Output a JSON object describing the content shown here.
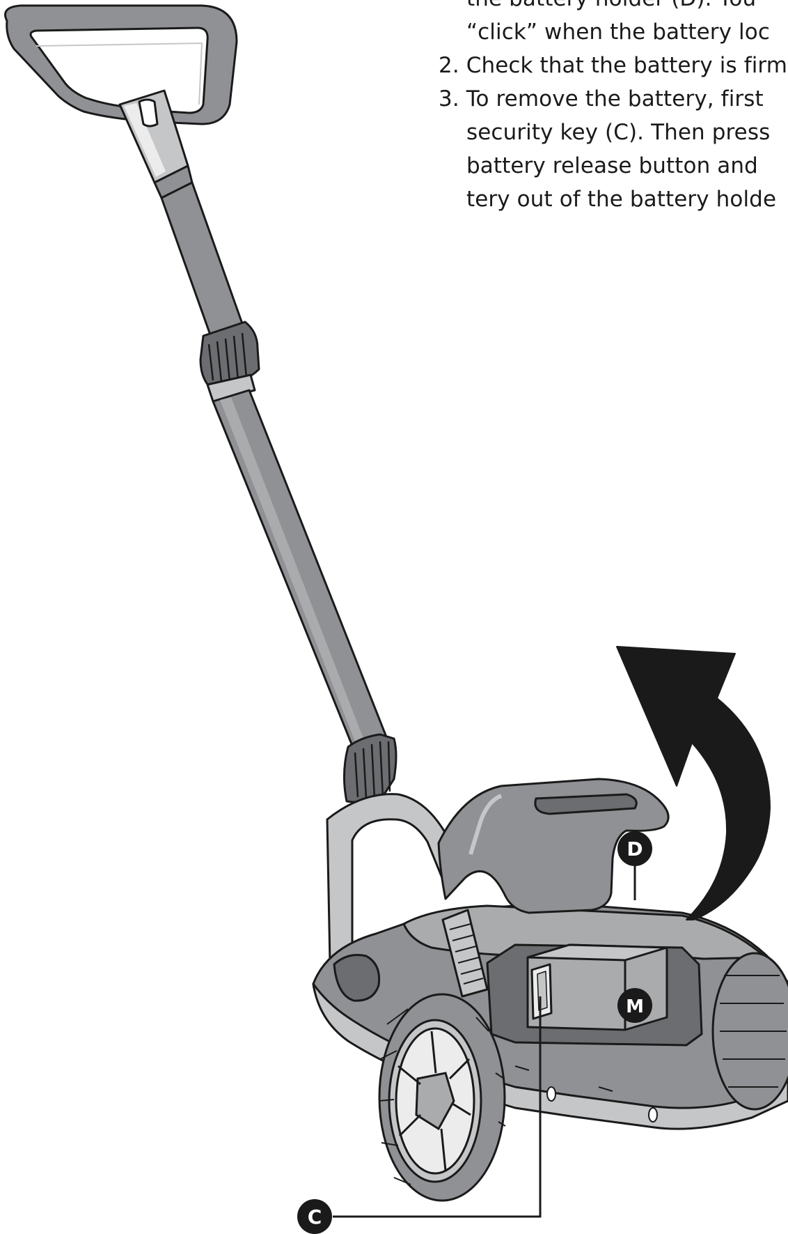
{
  "instructions": {
    "line_1": "the battery holder (D). You",
    "line_2": "“click” when the battery loc",
    "line_3": "2. Check that the battery is firm",
    "line_4": "3. To remove the battery, first",
    "line_5": "security key (C). Then press",
    "line_6": "battery release button and",
    "line_7": "tery out of the battery holde"
  },
  "callouts": {
    "battery_holder": "D",
    "security_key": "C",
    "battery": "M"
  },
  "colors": {
    "outline": "#1a1a1a",
    "body_gray": "#8f9194",
    "light_gray": "#c4c6c8",
    "dark_gray": "#6b6d70",
    "arrow": "#1a1a1a"
  }
}
